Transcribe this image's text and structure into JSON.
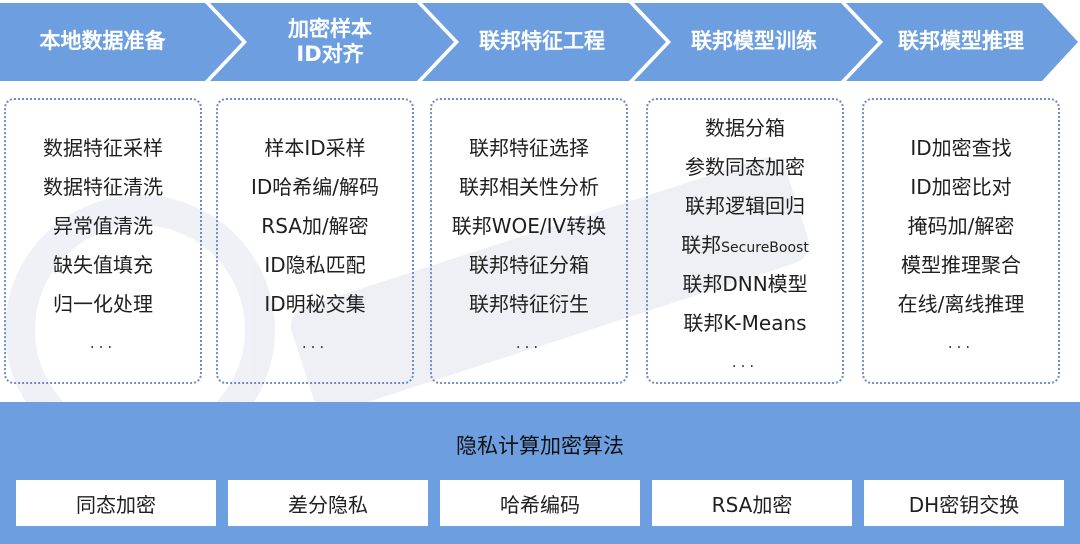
{
  "stages": [
    "本地数据准备",
    "加密样本\nID对齐",
    "联邦特征工程",
    "联邦模型训练",
    "联邦模型推理"
  ],
  "modules": [
    {
      "items": [
        "数据特征采样",
        "数据特征清洗",
        "异常值清洗",
        "缺失值填充",
        "归一化处理"
      ],
      "ellipsis": "..."
    },
    {
      "items": [
        "样本ID采样",
        "ID哈希编/解码",
        "RSA加/解密",
        "ID隐私匹配",
        "ID明秘交集"
      ],
      "ellipsis": "..."
    },
    {
      "items": [
        "联邦特征选择",
        "联邦相关性分析",
        "联邦WOE/IV转换",
        "联邦特征分箱",
        "联邦特征衍生"
      ],
      "ellipsis": "..."
    },
    {
      "items": [
        "数据分箱",
        "参数同态加密",
        "联邦逻辑回归",
        "联邦SecureBoost",
        "联邦DNN模型",
        "联邦K-Means"
      ],
      "ellipsis": "..."
    },
    {
      "items": [
        "ID加密查找",
        "ID加密比对",
        "掩码加/解密",
        "模型推理聚合",
        "在线/离线推理"
      ],
      "ellipsis": "..."
    }
  ],
  "algorithms": {
    "title": "隐私计算加密算法",
    "items": [
      "同态加密",
      "差分隐私",
      "哈希编码",
      "RSA加密",
      "DH密钥交换"
    ]
  },
  "colors": {
    "stage_arrow": "#6d9fe0",
    "card_border": "#6f8ec2",
    "algo_band": "#6d9fe0"
  }
}
